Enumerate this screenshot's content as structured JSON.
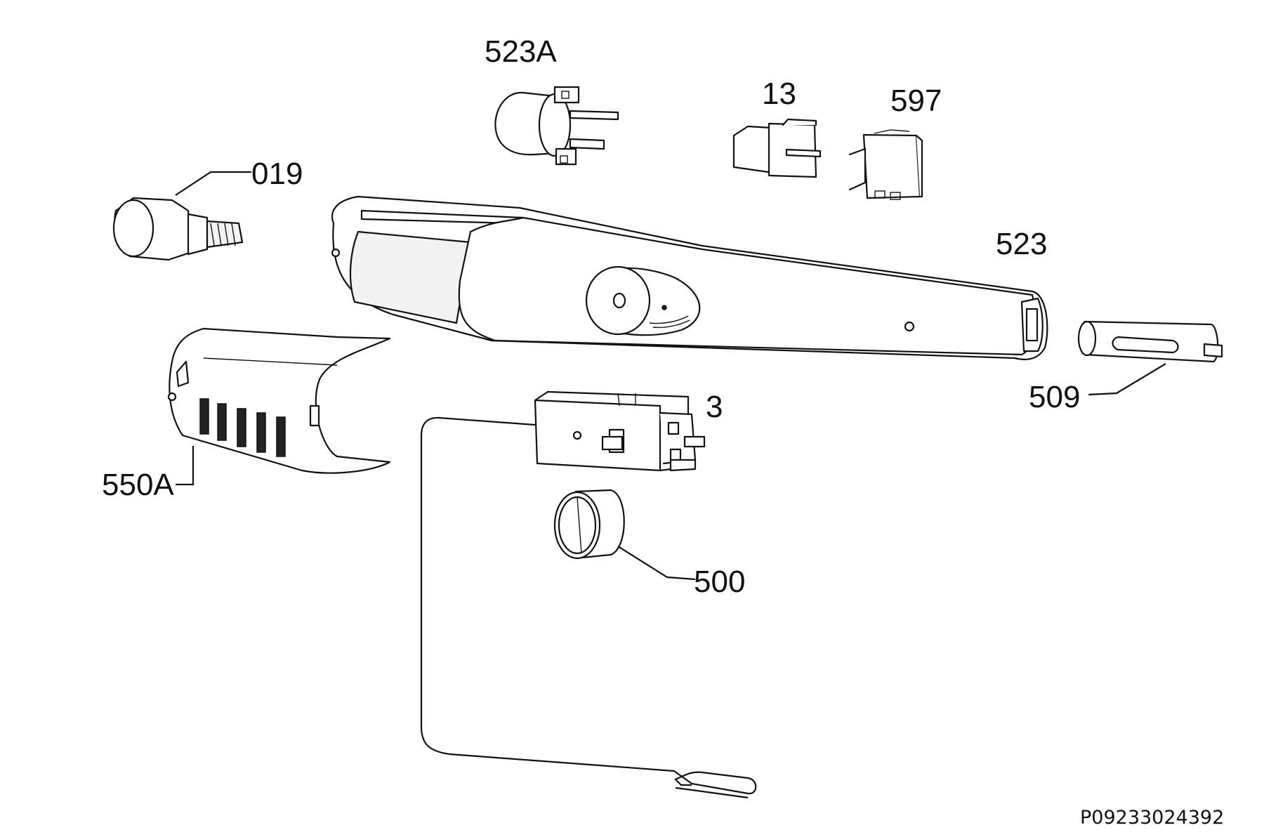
{
  "labels": {
    "p523a": "523A",
    "p13": "13",
    "p597": "597",
    "p019": "019",
    "p523": "523",
    "p509": "509",
    "p3": "3",
    "p550a": "550A",
    "p500": "500"
  },
  "drawing_code": "P09233024392"
}
